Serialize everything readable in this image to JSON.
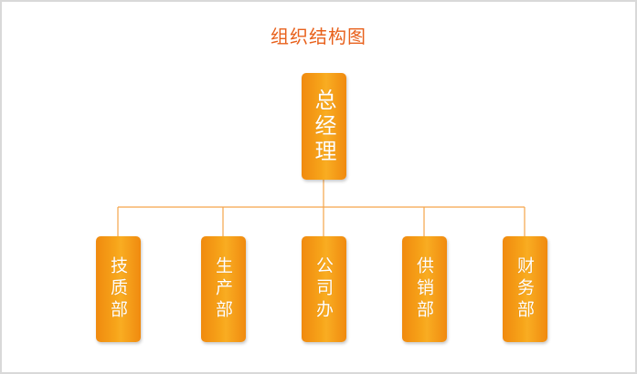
{
  "title": "组织结构图",
  "colors": {
    "title": "#e8611c",
    "box": "#f59b14",
    "connector": "#f5a54a"
  },
  "root": {
    "label": "总经理"
  },
  "departments": [
    {
      "label": "技质部"
    },
    {
      "label": "生产部"
    },
    {
      "label": "公司办"
    },
    {
      "label": "供销部"
    },
    {
      "label": "财务部"
    }
  ]
}
